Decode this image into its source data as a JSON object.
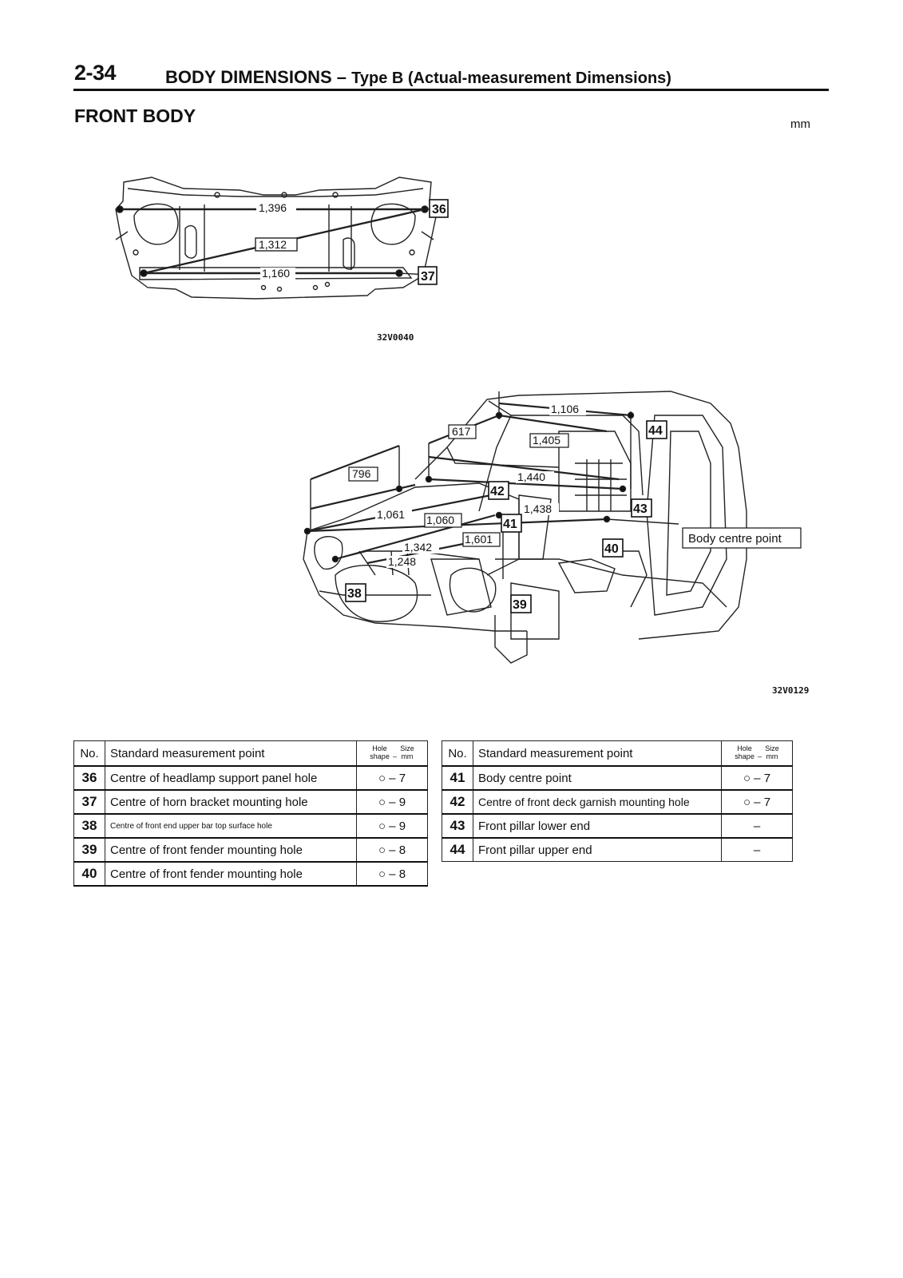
{
  "header": {
    "page_number": "2-34",
    "title": "BODY DIMENSIONS",
    "title_dash": "–",
    "subtitle": "Type B (Actual-measurement Dimensions)"
  },
  "section": {
    "title": "FRONT BODY",
    "units": "mm"
  },
  "figure1": {
    "code": "32V0040",
    "labels": {
      "d1": "1,396",
      "d2": "1,312",
      "d3": "1,160",
      "p36": "36",
      "p37": "37"
    }
  },
  "figure2": {
    "code": "32V0129",
    "labels": {
      "d1106": "1,106",
      "d617": "617",
      "d1405": "1,405",
      "d796": "796",
      "d1440": "1,440",
      "d1438": "1,438",
      "d1061": "1,061",
      "d1060": "1,060",
      "d1601": "1,601",
      "d1342": "1,342",
      "d1248": "1,248",
      "p38": "38",
      "p39": "39",
      "p40": "40",
      "p41": "41",
      "p42": "42",
      "p43": "43",
      "p44": "44",
      "body_centre": "Body centre point"
    }
  },
  "table": {
    "headers": {
      "no": "No.",
      "point": "Standard measurement point",
      "hole_shape": "Hole",
      "hole_shape_2": "shape",
      "size": "Size",
      "size_unit": "mm",
      "dash": "–"
    },
    "left_rows": [
      {
        "no": "36",
        "point": "Centre of headlamp support panel hole",
        "hole": "○ – 7"
      },
      {
        "no": "37",
        "point": "Centre of horn bracket mounting hole",
        "hole": "○ – 9"
      },
      {
        "no": "38",
        "point": "Centre of front end upper bar top surface hole",
        "hole": "○ – 9"
      },
      {
        "no": "39",
        "point": "Centre of front fender mounting hole",
        "hole": "○ – 8"
      },
      {
        "no": "40",
        "point": "Centre of front fender mounting hole",
        "hole": "○ – 8"
      }
    ],
    "right_rows": [
      {
        "no": "41",
        "point": "Body centre point",
        "hole": "○ – 7"
      },
      {
        "no": "42",
        "point": "Centre of front deck garnish mounting hole",
        "hole": "○ – 7"
      },
      {
        "no": "43",
        "point": "Front pillar lower end",
        "hole": "–"
      },
      {
        "no": "44",
        "point": "Front pillar upper end",
        "hole": "–"
      }
    ]
  }
}
